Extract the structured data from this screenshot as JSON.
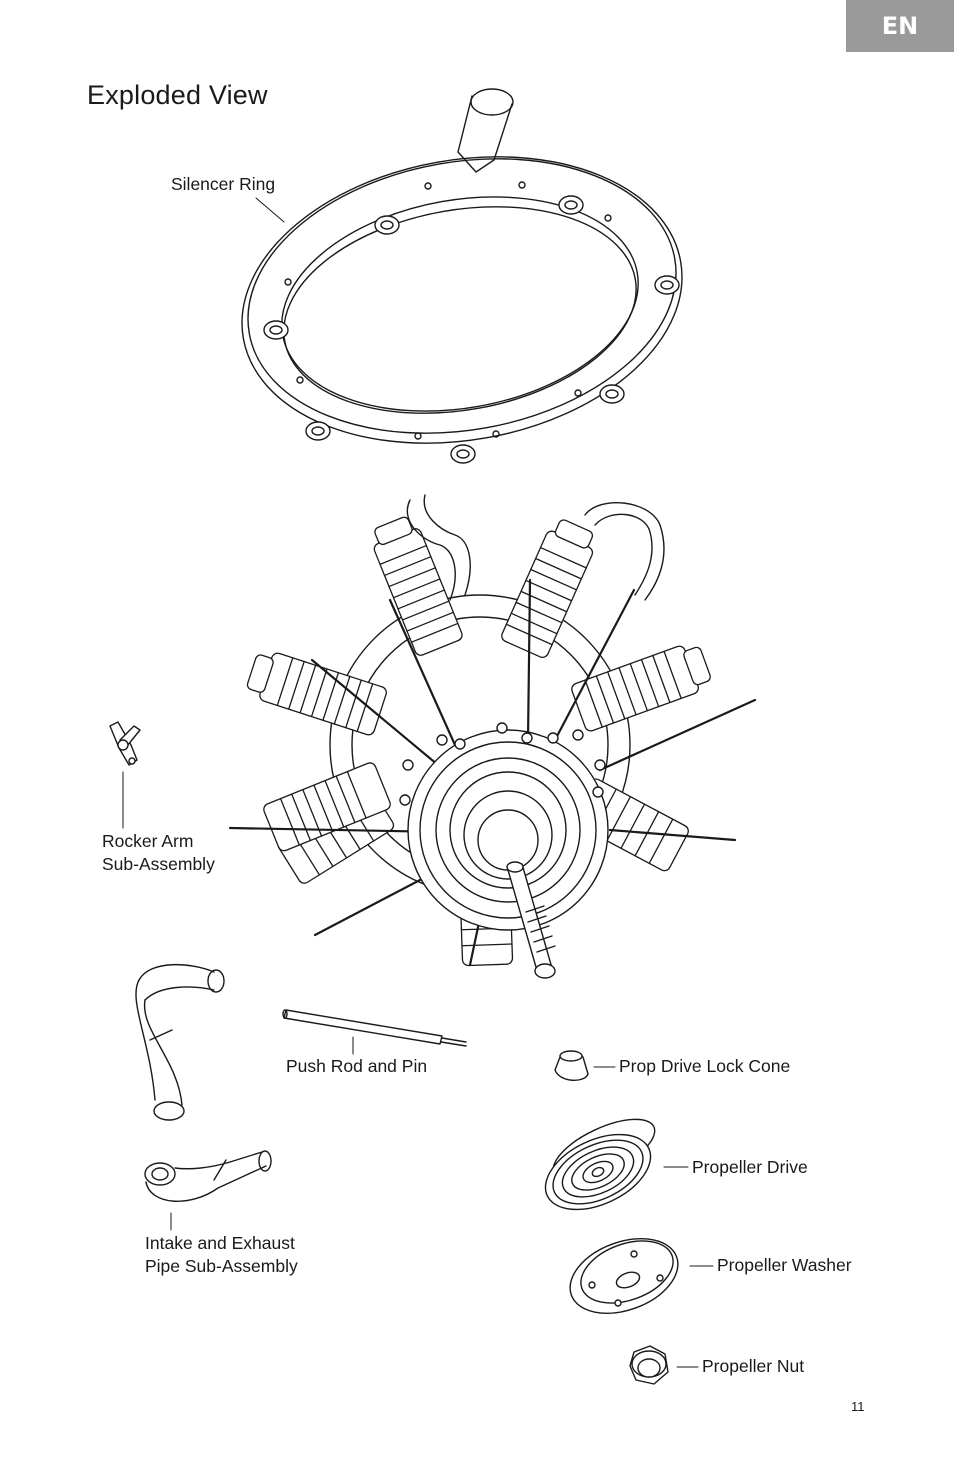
{
  "lang_tab": "EN",
  "title": "Exploded View",
  "labels": {
    "silencer_ring": "Silencer Ring",
    "rocker_arm_line1": "Rocker Arm",
    "rocker_arm_line2": "Sub-Assembly",
    "push_rod": "Push Rod and Pin",
    "prop_drive_lock_cone": "Prop Drive Lock Cone",
    "propeller_drive": "Propeller Drive",
    "intake_line1": "Intake and Exhaust",
    "intake_line2": "Pipe Sub-Assembly",
    "propeller_washer": "Propeller Washer",
    "propeller_nut": "Propeller Nut"
  },
  "page_number": "11"
}
